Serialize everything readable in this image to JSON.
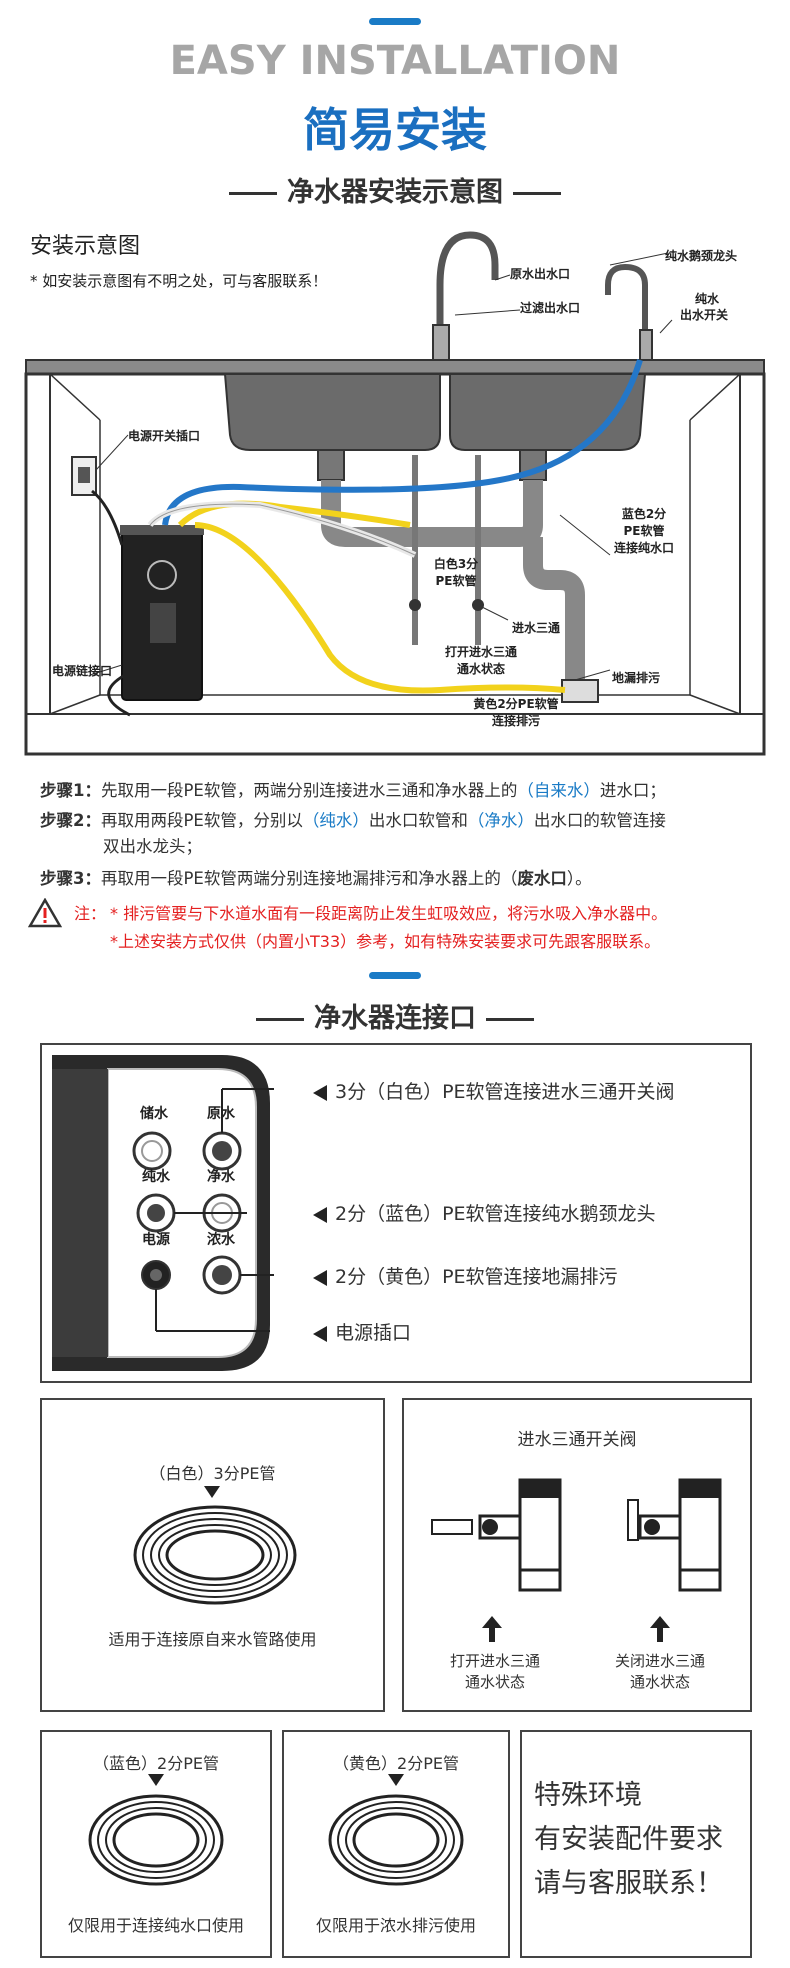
{
  "header": {
    "en_title": "EASY INSTALLATION",
    "cn_title": "简易安装",
    "section1_title": "净水器安装示意图"
  },
  "diagram": {
    "heading": "安装示意图",
    "note": "* 如安装示意图有不明之处，可与客服联系！",
    "labels": {
      "raw_water_outlet": "原水出水口",
      "filtered_outlet": "过滤出水口",
      "pure_faucet": "纯水鹅颈龙头",
      "pure_switch_1": "纯水",
      "pure_switch_2": "出水开关",
      "power_socket": "电源开关插口",
      "blue_pipe_1": "蓝色2分",
      "blue_pipe_2": "PE软管",
      "blue_pipe_3": "连接纯水口",
      "white_pipe_1": "白色3分",
      "white_pipe_2": "PE软管",
      "inlet_tee": "进水三通",
      "open_tee_1": "打开进水三通",
      "open_tee_2": "通水状态",
      "floor_drain": "地漏排污",
      "power_port": "电源链接口",
      "yellow_pipe_1": "黄色2分PE软管",
      "yellow_pipe_2": "连接排污"
    }
  },
  "steps": [
    {
      "label": "步骤1：",
      "parts": [
        "先取用一段PE软管，两端分别连接进水三通和净水器上的",
        "（自来水）",
        "进水口；"
      ]
    },
    {
      "label": "步骤2：",
      "parts": [
        "再取用两段PE软管，分别以",
        "（纯水）",
        "出水口软管和",
        "（净水）",
        "出水口的软管连接"
      ],
      "line2": "双出水龙头；"
    },
    {
      "label": "步骤3：",
      "parts": [
        "再取用一段PE软管两端分别连接地漏排污和净水器上的（",
        "废水口",
        "）。"
      ]
    }
  ],
  "warning": {
    "prefix": "注：",
    "line1": "* 排污管要与下水道水面有一段距离防止发生虹吸效应，将污水吸入净水器中。",
    "line2": "*上述安装方式仅供（内置小T33）参考，如有特殊安装要求可先跟客服联系。"
  },
  "section2_title": "净水器连接口",
  "ports": {
    "storage": "储水",
    "raw": "原水",
    "pure": "纯水",
    "clean": "净水",
    "power": "电源",
    "concentrate": "浓水",
    "desc_white": "3分（白色）PE软管连接进水三通开关阀",
    "desc_blue": "2分（蓝色）PE软管连接纯水鹅颈龙头",
    "desc_yellow": "2分（黄色）PE软管连接地漏排污",
    "desc_power": "电源插口"
  },
  "pipe_white": {
    "title": "（白色）3分PE管",
    "caption": "适用于连接原自来水管路使用"
  },
  "valve": {
    "title": "进水三通开关阀",
    "open_1": "打开进水三通",
    "open_2": "通水状态",
    "close_1": "关闭进水三通",
    "close_2": "通水状态"
  },
  "pipe_blue": {
    "title": "（蓝色）2分PE管",
    "caption": "仅限用于连接纯水口使用"
  },
  "pipe_yellow": {
    "title": "（黄色）2分PE管",
    "caption": "仅限用于浓水排污使用"
  },
  "special": {
    "line1": "特殊环境",
    "line2": "有安装配件要求",
    "line3": "请与客服联系！"
  },
  "colors": {
    "accent": "#1a7bc6",
    "title_blue": "#1a6fc0",
    "warning_red": "#e42020",
    "pipe_blue": "#2477c8",
    "pipe_yellow": "#f2d21c"
  }
}
